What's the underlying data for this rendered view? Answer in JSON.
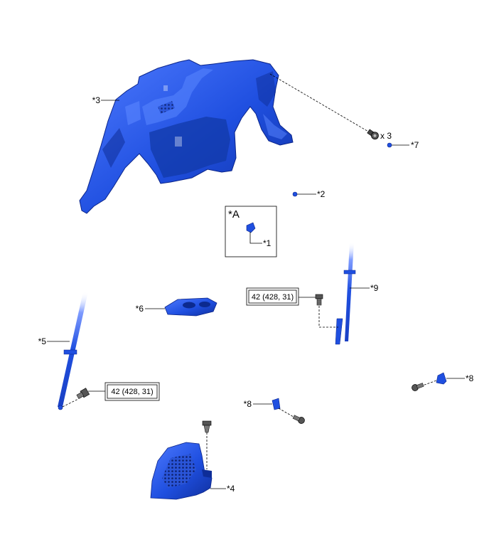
{
  "labels": {
    "p1": "*1",
    "p2": "*2",
    "p3": "*3",
    "p4": "*4",
    "p5": "*5",
    "p6": "*6",
    "p7": "*7",
    "p8a": "*8",
    "p8b": "*8",
    "p9": "*9",
    "callout_a": "*A",
    "qty": "x 3"
  },
  "torque": {
    "upper": "42 (428, 31)",
    "lower": "42 (428, 31)"
  },
  "colors": {
    "part_fill": "#1f4fe0",
    "part_dark": "#0f2f9e",
    "part_light": "#5a86ff",
    "line": "#000000"
  }
}
